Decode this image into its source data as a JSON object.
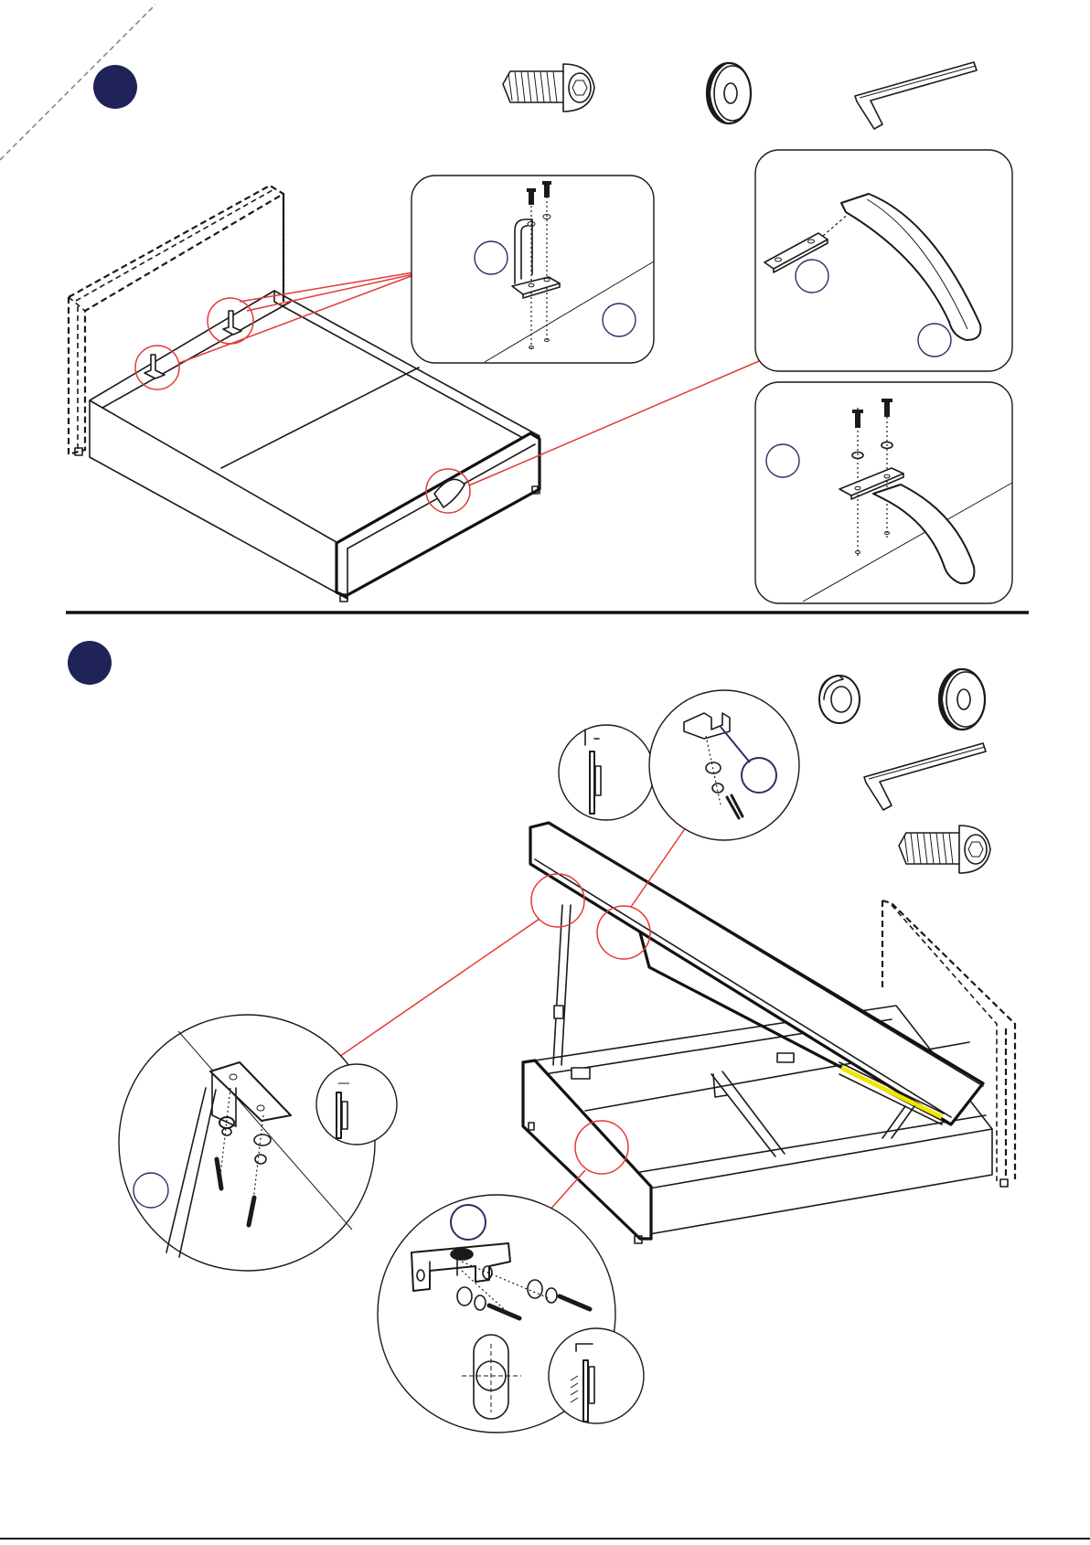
{
  "document": {
    "kind": "assembly-instructions",
    "steps": [
      {
        "badge_color": "#1f2358",
        "parts": [
          "hex-bolt-icon",
          "flat-washer-icon",
          "allen-key-icon"
        ],
        "callouts": [
          "bracket-mount-detail",
          "handle-part-detail",
          "handle-mount-detail"
        ]
      },
      {
        "badge_color": "#1f2358",
        "parts": [
          "spring-washer-icon",
          "flat-washer-icon",
          "allen-key-icon",
          "hex-bolt-icon"
        ],
        "callouts": [
          "top-hinge-detail",
          "gas-strut-top-detail",
          "gas-strut-bottom-detail"
        ]
      }
    ],
    "colors": {
      "callout_line": "#e53935",
      "label_ring": "#2a2f66",
      "highlight_strut": "#f2e600",
      "ink": "#1a1a1a"
    }
  }
}
